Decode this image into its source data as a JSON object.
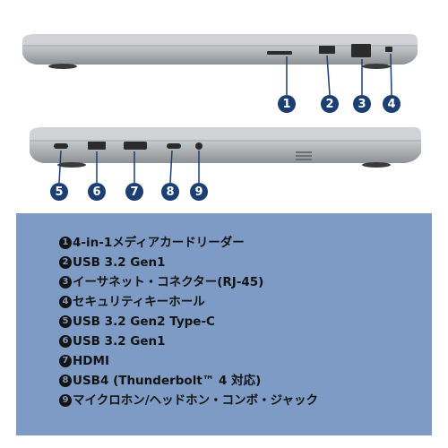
{
  "callouts": [
    "1",
    "2",
    "3",
    "4",
    "5",
    "6",
    "7",
    "8",
    "9"
  ],
  "ports": [
    {
      "num": "1",
      "label": "4-in-1メディアカードリーダー"
    },
    {
      "num": "2",
      "label": "USB 3.2 Gen1"
    },
    {
      "num": "3",
      "label": "イーサネット・コネクター(RJ-45)"
    },
    {
      "num": "4",
      "label": "セキュリティキーホール"
    },
    {
      "num": "5",
      "label": "USB 3.2 Gen2 Type-C"
    },
    {
      "num": "6",
      "label": "USB 3.2 Gen1"
    },
    {
      "num": "7",
      "label": "HDMI"
    },
    {
      "num": "8",
      "label": "USB4 (Thunderbolt™ 4 対応)"
    },
    {
      "num": "9",
      "label": "マイクロホン/ヘッドホン・コンボ・ジャック"
    }
  ],
  "colors": {
    "callout": "#1b3f73",
    "panel": "#7d9bc4",
    "text": "#141414",
    "chassis": "#a9acb0"
  }
}
